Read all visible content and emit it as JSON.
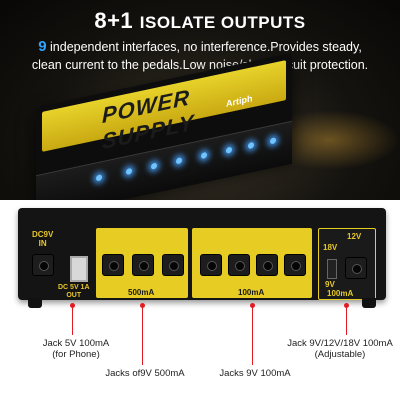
{
  "headline": {
    "main": "8+1",
    "rest": "ISOLATE OUTPUTS"
  },
  "subline": {
    "num": "9",
    "line1_rest": " independent interfaces, no interference.Provides steady,",
    "line2": "clean current to the pedals.Low noise/short circuit protection."
  },
  "pedal_top": {
    "plate_text": "POWER SUPPLY",
    "brand": "Artiph"
  },
  "back_panel": {
    "dc_in": "DC9V\nIN",
    "dc_out": "DC 5V 1A\nOUT",
    "group_500": "500mA",
    "group_100a": "100mA",
    "group_100b": "100mA",
    "volt_12": "12V",
    "volt_18": "18V",
    "volt_9": "9V"
  },
  "callouts": {
    "phone": "Jack 5V 100mA\n(for Phone)",
    "jack500": "Jacks of9V 500mA",
    "jack100": "Jacks 9V 100mA",
    "adjustable": "Jack 9V/12V/18V 100mA\n(Adjustable)"
  },
  "colors": {
    "accent_blue": "#2ea3ff",
    "yellow": "#e7cc24",
    "callout_red": "#e31b23"
  }
}
